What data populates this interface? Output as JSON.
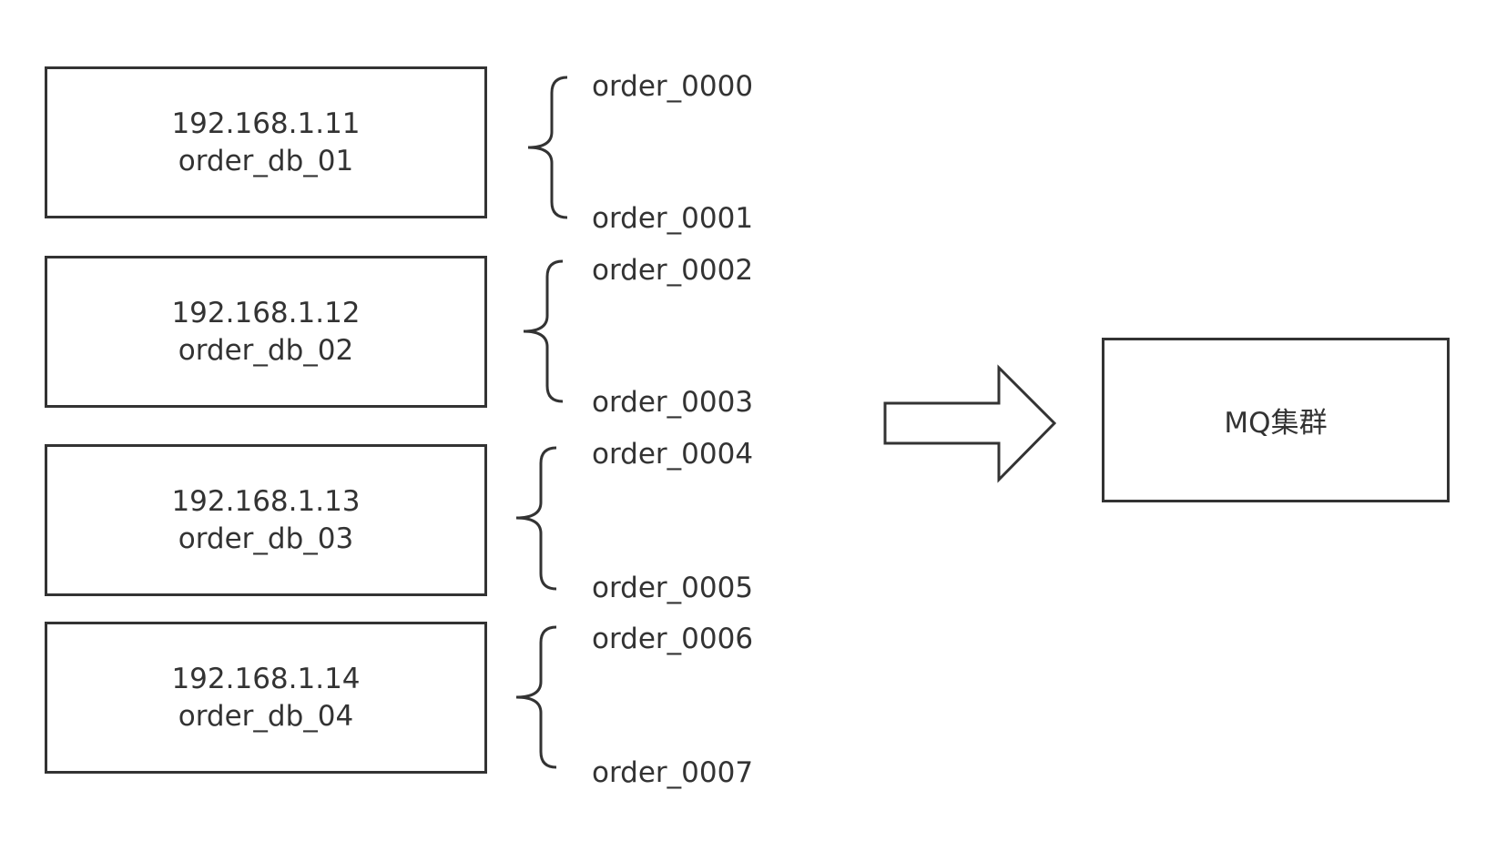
{
  "databases": [
    {
      "ip": "192.168.1.11",
      "name": "order_db_01",
      "tables": [
        "order_0000",
        "order_0001"
      ]
    },
    {
      "ip": "192.168.1.12",
      "name": "order_db_02",
      "tables": [
        "order_0002",
        "order_0003"
      ]
    },
    {
      "ip": "192.168.1.13",
      "name": "order_db_03",
      "tables": [
        "order_0004",
        "order_0005"
      ]
    },
    {
      "ip": "192.168.1.14",
      "name": "order_db_04",
      "tables": [
        "order_0006",
        "order_0007"
      ]
    }
  ],
  "mq": {
    "label": "MQ集群"
  },
  "colors": {
    "stroke": "#333333",
    "text": "#333333",
    "background": "#ffffff"
  }
}
